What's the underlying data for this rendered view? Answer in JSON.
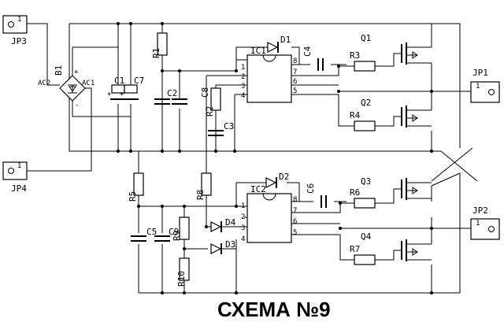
{
  "title": "СХЕМА №9",
  "connectors": {
    "jp3": {
      "ref": "JP3",
      "pin": "1"
    },
    "jp4": {
      "ref": "JP4",
      "pin": "1"
    },
    "jp1": {
      "ref": "JP1",
      "pin": "1"
    },
    "jp2": {
      "ref": "JP2",
      "pin": "1"
    }
  },
  "bridge": {
    "ref": "B1",
    "ac1": "AC1",
    "ac2": "AC2",
    "plus": "+",
    "minus": "-"
  },
  "caps": {
    "c1": "C1",
    "c7": "C7",
    "c2": "C2",
    "c3": "C3",
    "c4": "C4",
    "c5": "C5",
    "c6": "C6",
    "c8": "C8",
    "c9": "C9"
  },
  "resistors": {
    "r1": "R1",
    "r2": "R2",
    "r3": "R3",
    "r4": "R4",
    "r5": "R5",
    "r6": "R6",
    "r7": "R7",
    "r8": "R8",
    "r9": "R9",
    "r10": "R10"
  },
  "diodes": {
    "d1": "D1",
    "d2": "D2",
    "d3": "D3",
    "d4": "D4"
  },
  "ics": {
    "ic1": {
      "ref": "IC1",
      "pins": [
        "1",
        "2",
        "3",
        "4",
        "8",
        "7",
        "6",
        "5"
      ]
    },
    "ic2": {
      "ref": "IC2",
      "pins": [
        "1",
        "2",
        "3",
        "4",
        "8",
        "7",
        "6",
        "5"
      ]
    }
  },
  "transistors": {
    "q1": "Q1",
    "q2": "Q2",
    "q3": "Q3",
    "q4": "Q4"
  }
}
